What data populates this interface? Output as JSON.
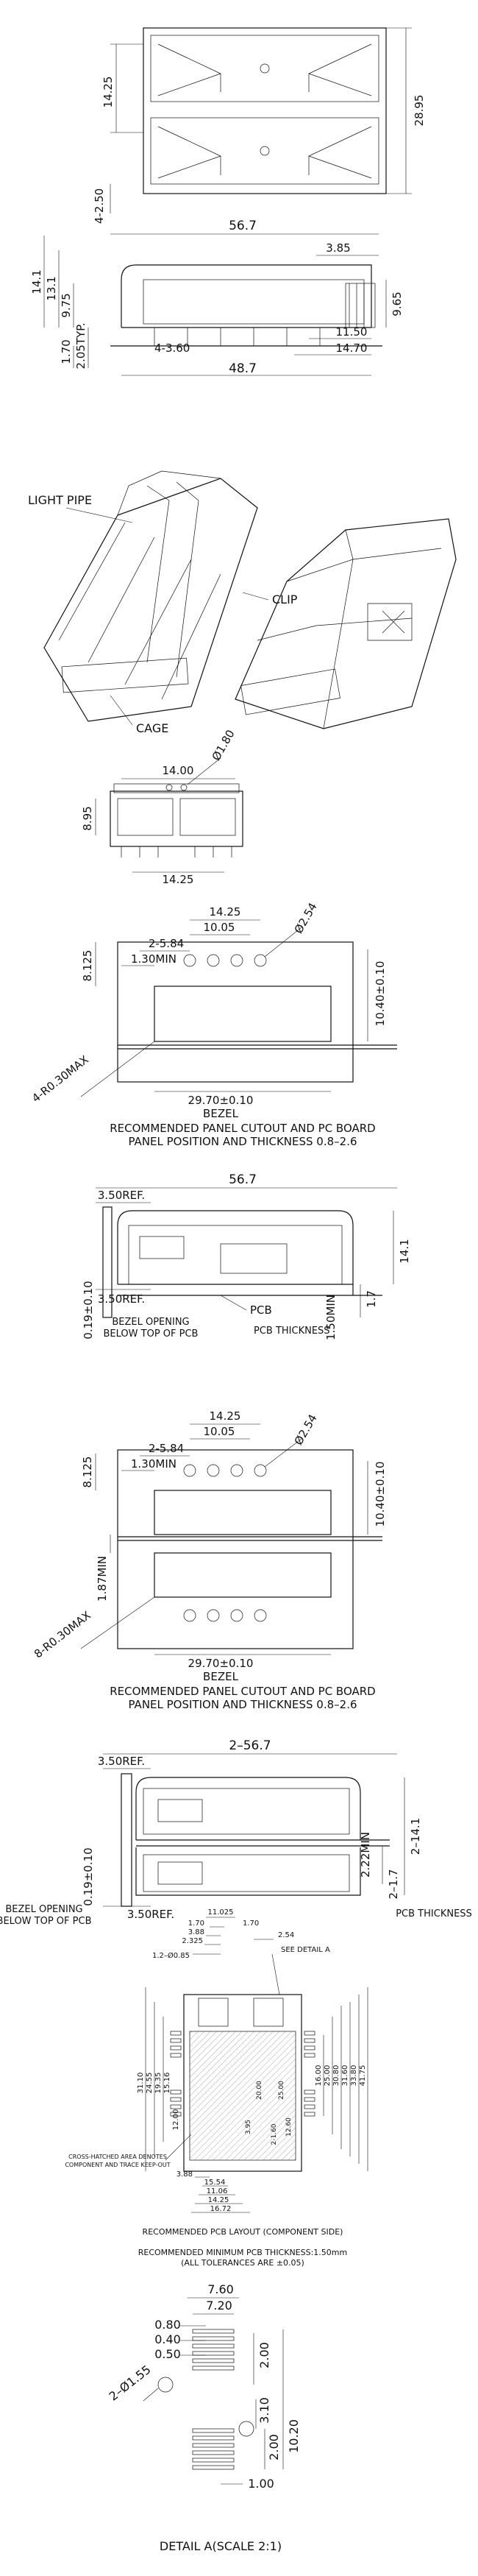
{
  "view1": {
    "d_14_25": "14.25",
    "d_28_95": "28.95",
    "d_4_2_50": "4-2.50"
  },
  "view2": {
    "d_56_7": "56.7",
    "d_3_85": "3.85",
    "d_14_1": "14.1",
    "d_13_1": "13.1",
    "d_9_75": "9.75",
    "d_9_65": "9.65",
    "d_11_50": "11.50",
    "d_14_70": "14.70",
    "d_1_70": "1.70",
    "d_2_05typ": "2.05TYP.",
    "d_4_3_60": "4-3.60",
    "d_48_7": "48.7"
  },
  "view3": {
    "light_pipe": "LIGHT PIPE",
    "clip": "CLIP",
    "cage": "CAGE"
  },
  "view4": {
    "d_14_00": "14.00",
    "d_dia_1_80": "Ø1.80",
    "d_8_95": "8.95",
    "d_14_25": "14.25"
  },
  "panel1": {
    "d_14_25": "14.25",
    "d_10_05": "10.05",
    "d_2_5_84": "2-5.84",
    "d_1_30min": "1.30MIN",
    "d_8_125": "8.125",
    "d_dia_2_54": "Ø2.54",
    "d_10_40": "10.40±0.10",
    "d_4_r0_30": "4-R0.30MAX",
    "d_29_70": "29.70±0.10",
    "bezel": "BEZEL",
    "caption1": "RECOMMENDED PANEL CUTOUT AND PC BOARD",
    "caption2": "PANEL POSITION AND THICKNESS 0.8–2.6"
  },
  "side1": {
    "d_56_7": "56.7",
    "d_3_50ref": "3.50REF.",
    "d_3_50ref_b": "3.50REF.",
    "d_14_1": "14.1",
    "d_1_7": "1.7",
    "d_0_19": "0.19±0.10",
    "d_1_50min": "1.50MIN",
    "pcb": "PCB",
    "pcb_thickness": "PCB THICKNESS",
    "bezel_opening1": "BEZEL OPENING",
    "bezel_opening2": "BELOW TOP OF PCB"
  },
  "panel2": {
    "d_14_25": "14.25",
    "d_10_05": "10.05",
    "d_2_5_84": "2-5.84",
    "d_1_30min": "1.30MIN",
    "d_8_125": "8.125",
    "d_dia_2_54": "Ø2.54",
    "d_10_40": "10.40±0.10",
    "d_1_87min": "1.87MIN",
    "d_8_r0_30": "8-R0.30MAX",
    "d_29_70": "29.70±0.10",
    "bezel": "BEZEL",
    "caption1": "RECOMMENDED PANEL CUTOUT AND PC BOARD",
    "caption2": "PANEL POSITION AND THICKNESS 0.8–2.6"
  },
  "side2": {
    "d_2_56_7": "2–56.7",
    "d_3_50ref": "3.50REF.",
    "d_3_50ref_b": "3.50REF.",
    "d_2_14_1": "2–14.1",
    "d_2_1_7": "2–1.7",
    "d_0_19": "0.19±0.10",
    "d_2_22min": "2.22MIN",
    "pcb_thickness": "PCB THICKNESS",
    "bezel_opening1": "BEZEL OPENING",
    "bezel_opening2": "BELOW TOP OF PCB"
  },
  "pcb_layout": {
    "top_dims": [
      "11.025",
      "1.70",
      "1.70",
      "3.88",
      "2.325",
      "1.2–Ø0.85",
      "2.54",
      "SEE DETAIL A"
    ],
    "left_dims": [
      "31.10",
      "24.55",
      "19.35",
      "15.16",
      "12.00"
    ],
    "right_dims": [
      "16.00",
      "25.00",
      "30.80",
      "31.60",
      "33.80",
      "41.75"
    ],
    "bottom_dims": [
      "3.88",
      "15.54",
      "11.06",
      "14.25",
      "16.72"
    ],
    "side_small": [
      "2-1.60",
      "3.95",
      "12.60",
      "20.00",
      "25.00"
    ],
    "note1": "CROSS-HATCHED AREA DENOTES",
    "note2": "COMPONENT AND TRACE KEEP-OUT",
    "caption1": "RECOMMENDED PCB LAYOUT (COMPONENT SIDE)",
    "caption2": "RECOMMENDED MINIMUM PCB THICKNESS:1.50mm",
    "caption3": "(ALL TOLERANCES ARE ±0.05)"
  },
  "detail_a": {
    "d_7_60": "7.60",
    "d_7_20": "7.20",
    "d_0_80": "0.80",
    "d_0_40": "0.40",
    "d_0_50": "0.50",
    "d_2_dia_1_55": "2–Ø1.55",
    "d_2_00": "2.00",
    "d_2_00_b": "2.00",
    "d_3_10": "3.10",
    "d_10_20": "10.20",
    "d_1_00": "1.00",
    "caption": "DETAIL A(SCALE 2:1)"
  }
}
